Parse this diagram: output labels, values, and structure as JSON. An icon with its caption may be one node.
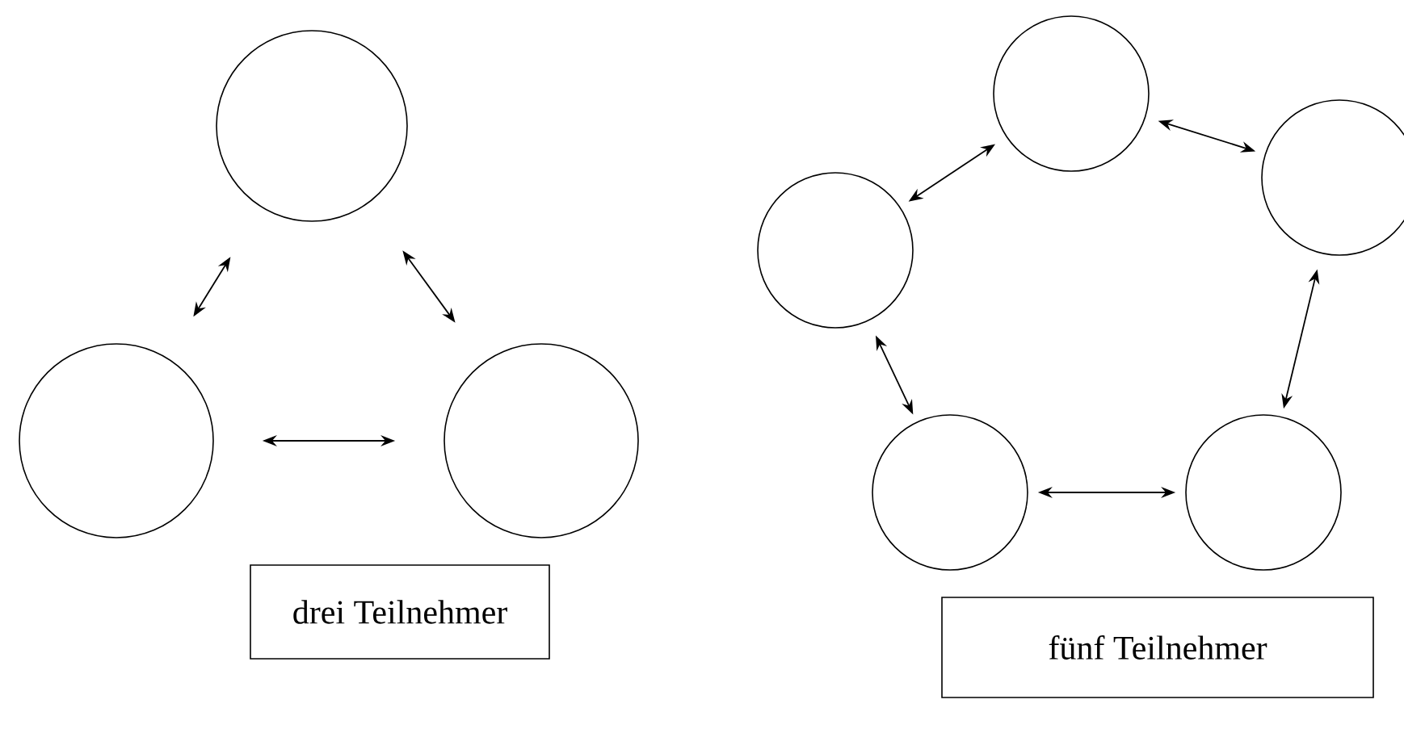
{
  "diagram": {
    "nodes": [
      {
        "text": [],
        "shape": "circle"
      },
      {
        "text": [],
        "shape": "circle"
      },
      {
        "text": [],
        "shape": "circle"
      },
      {
        "text": [
          "drei Teilnehmer"
        ]
      },
      {
        "text": [],
        "shape": "circle"
      },
      {
        "text": [],
        "shape": "circle"
      },
      {
        "text": [],
        "shape": "circle"
      },
      {
        "text": [],
        "shape": "circle"
      },
      {
        "text": [],
        "shape": "circle"
      },
      {
        "text": [
          "fünf Teilnehmer"
        ]
      }
    ],
    "edges": [
      {
        "from": 0,
        "to": 1,
        "arrow": "both"
      },
      {
        "from": 0,
        "to": 2,
        "arrow": "both"
      },
      {
        "from": 1,
        "to": 2,
        "arrow": "both"
      },
      {
        "from": 4,
        "to": 5,
        "arrow": "both"
      },
      {
        "from": 4,
        "to": 6,
        "arrow": "both"
      },
      {
        "from": 5,
        "to": 7,
        "arrow": "both"
      },
      {
        "from": 6,
        "to": 8,
        "arrow": "both"
      },
      {
        "from": 7,
        "to": 8,
        "arrow": "both"
      }
    ]
  }
}
